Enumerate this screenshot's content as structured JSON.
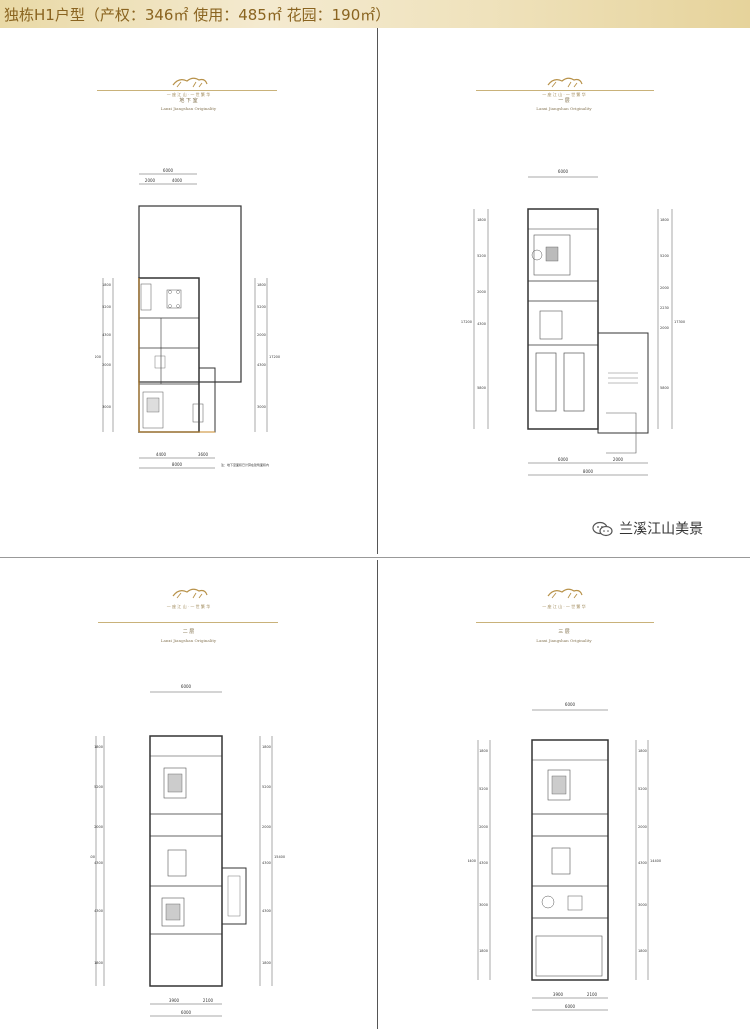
{
  "banner": {
    "title": "独栋H1户型（产权：346㎡ 使用：485㎡ 花园：190㎡）"
  },
  "watermark": {
    "text": "兰溪江山美景"
  },
  "panels": [
    {
      "id": "basement",
      "floor": "地 下 室",
      "tagline": "一 座 江 山  ·  一 世 繁 华",
      "english": "Lanxi Jiangshan Originality",
      "dims_top": [
        "6000",
        "2000",
        "4000"
      ],
      "dims_left": [
        "1800",
        "5200",
        "4300",
        "2000",
        "3000",
        "17200"
      ],
      "dims_right": [
        "1800",
        "5200",
        "2000",
        "4300",
        "3000",
        "17200"
      ],
      "dims_bottom": [
        "4400",
        "3600",
        "8000"
      ],
      "note": "注：地下室面积已计算在建筑面积内"
    },
    {
      "id": "first",
      "floor": "一 层",
      "tagline": "一 座 江 山  ·  一 世 繁 华",
      "english": "Lanxi Jiangshan Originality",
      "dims_top": [
        "6000"
      ],
      "dims_left": [
        "1800",
        "5200",
        "2000",
        "4300",
        "5800",
        "17200"
      ],
      "dims_right": [
        "1800",
        "5200",
        "2000",
        "2230",
        "2000",
        "5800",
        "17300"
      ],
      "dims_bottom": [
        "6000",
        "2000",
        "8000"
      ]
    },
    {
      "id": "second",
      "floor": "二 层",
      "tagline": "一 座 江 山  ·  一 世 繁 华",
      "english": "Lanxi Jiangshan Originality",
      "dims_top": [
        "6000"
      ],
      "dims_left": [
        "1800",
        "5200",
        "2000",
        "4300",
        "4300",
        "1800",
        "15400"
      ],
      "dims_right": [
        "1800",
        "5200",
        "2000",
        "4300",
        "4300",
        "1800",
        "15400"
      ],
      "dims_bottom": [
        "3900",
        "2100",
        "6000"
      ]
    },
    {
      "id": "third",
      "floor": "三 层",
      "tagline": "一 座 江 山  ·  一 世 繁 华",
      "english": "Lanxi Jiangshan Originality",
      "dims_top": [
        "6000"
      ],
      "dims_left": [
        "1800",
        "5200",
        "2000",
        "4300",
        "3000",
        "1800",
        "14400"
      ],
      "dims_right": [
        "1800",
        "5200",
        "2000",
        "4300",
        "3000",
        "1800",
        "14400"
      ],
      "dims_bottom": [
        "3900",
        "2100",
        "6000"
      ]
    }
  ]
}
